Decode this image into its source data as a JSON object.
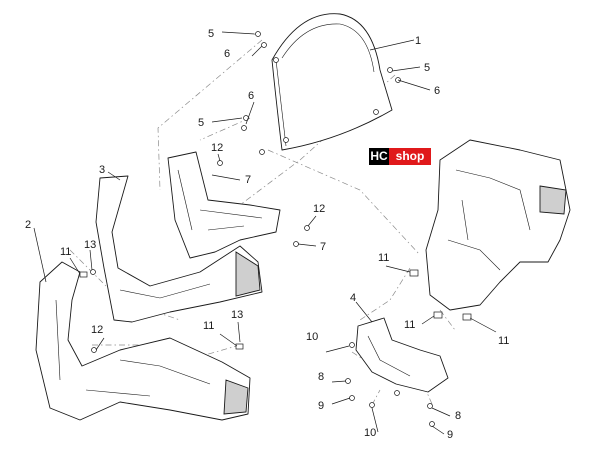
{
  "logo": {
    "prefix": "HC",
    "suffix": "shop",
    "colors": {
      "prefix_bg": "#000000",
      "suffix_bg": "#e0191b"
    }
  },
  "callouts": [
    {
      "id": "c1",
      "label": "1"
    },
    {
      "id": "c2",
      "label": "2"
    },
    {
      "id": "c3",
      "label": "3"
    },
    {
      "id": "c4",
      "label": "4"
    },
    {
      "id": "c5a",
      "label": "5"
    },
    {
      "id": "c5b",
      "label": "5"
    },
    {
      "id": "c5c",
      "label": "5"
    },
    {
      "id": "c6a",
      "label": "6"
    },
    {
      "id": "c6b",
      "label": "6"
    },
    {
      "id": "c6c",
      "label": "6"
    },
    {
      "id": "c7a",
      "label": "7"
    },
    {
      "id": "c7b",
      "label": "7"
    },
    {
      "id": "c8a",
      "label": "8"
    },
    {
      "id": "c8b",
      "label": "8"
    },
    {
      "id": "c9a",
      "label": "9"
    },
    {
      "id": "c9b",
      "label": "9"
    },
    {
      "id": "c10a",
      "label": "10"
    },
    {
      "id": "c10b",
      "label": "10"
    },
    {
      "id": "c11a",
      "label": "11"
    },
    {
      "id": "c11b",
      "label": "11"
    },
    {
      "id": "c11c",
      "label": "11"
    },
    {
      "id": "c11d",
      "label": "11"
    },
    {
      "id": "c11e",
      "label": "11"
    },
    {
      "id": "c12a",
      "label": "12"
    },
    {
      "id": "c12b",
      "label": "12"
    },
    {
      "id": "c12c",
      "label": "12"
    },
    {
      "id": "c13a",
      "label": "13"
    },
    {
      "id": "c13b",
      "label": "13"
    }
  ]
}
